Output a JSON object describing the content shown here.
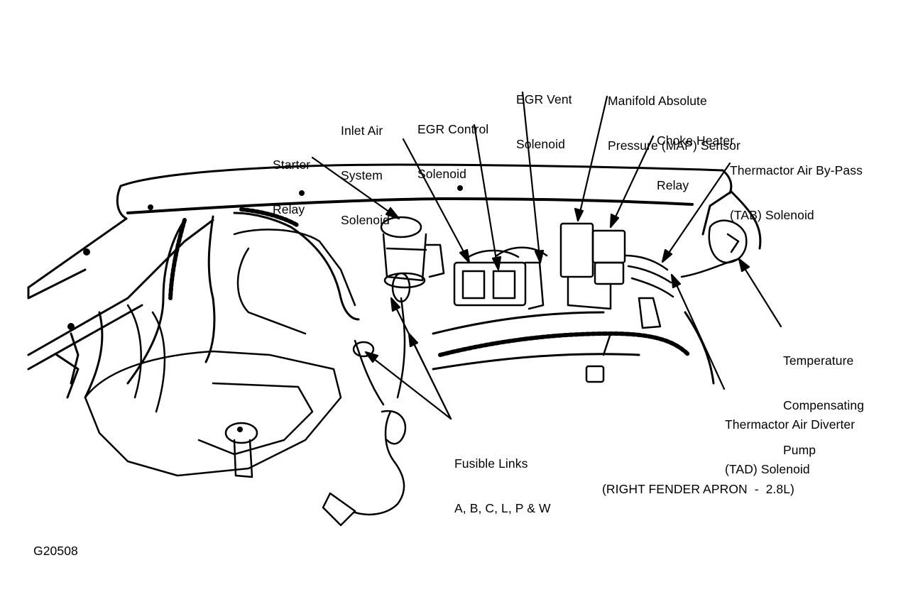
{
  "labels": {
    "starter_relay": [
      "Starter",
      "Relay"
    ],
    "inlet_air": [
      "Inlet Air",
      "System",
      "Solenoid"
    ],
    "egr_control": [
      "EGR Control",
      "Solenoid"
    ],
    "egr_vent": [
      "EGR Vent",
      "Solenoid"
    ],
    "map_sensor": [
      "Manifold Absolute",
      "Pressure (MAP) Sensor"
    ],
    "choke_heater": [
      "Choke Heater",
      "Relay"
    ],
    "tab_solenoid": [
      "Thermactor Air By-Pass",
      "(TAB) Solenoid"
    ],
    "temp_pump": [
      "Temperature",
      "Compensating",
      "Pump"
    ],
    "tad_solenoid": [
      "Thermactor Air Diverter",
      "(TAD) Solenoid"
    ],
    "fusible_links": [
      "Fusible Links",
      "A, B, C, L, P & W"
    ]
  },
  "caption": "(RIGHT FENDER APRON  -  2.8L)",
  "figure_id": "G20508"
}
